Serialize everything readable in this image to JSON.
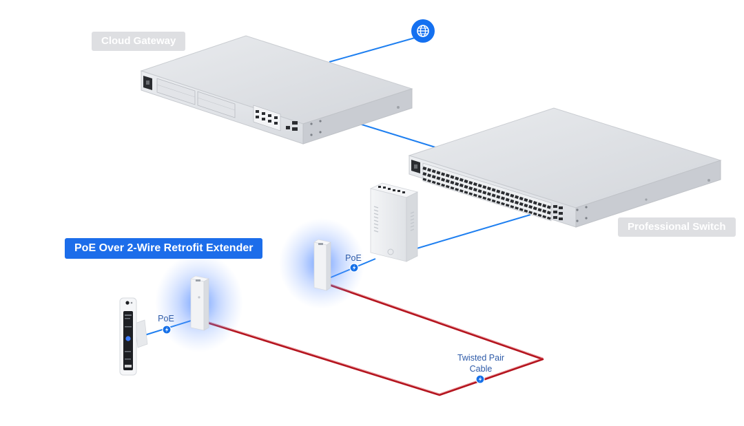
{
  "tags": {
    "cloud_gateway": "Cloud Gateway",
    "professional_switch": "Professional Switch",
    "extender": "PoE Over 2-Wire Retrofit Extender"
  },
  "labels": {
    "poe_left": "PoE",
    "poe_right": "PoE",
    "twisted_pair_line1": "Twisted Pair",
    "twisted_pair_line2": "Cable"
  },
  "colors": {
    "network_line": "#1e7ff0",
    "twisted_pair": "#b4141e",
    "accent": "#1c6dea",
    "tag_gray": "#dedfe2",
    "label_text": "#2d5aa8"
  },
  "icons": {
    "internet": "globe-icon",
    "poe": "lightning-bolt-icon"
  }
}
